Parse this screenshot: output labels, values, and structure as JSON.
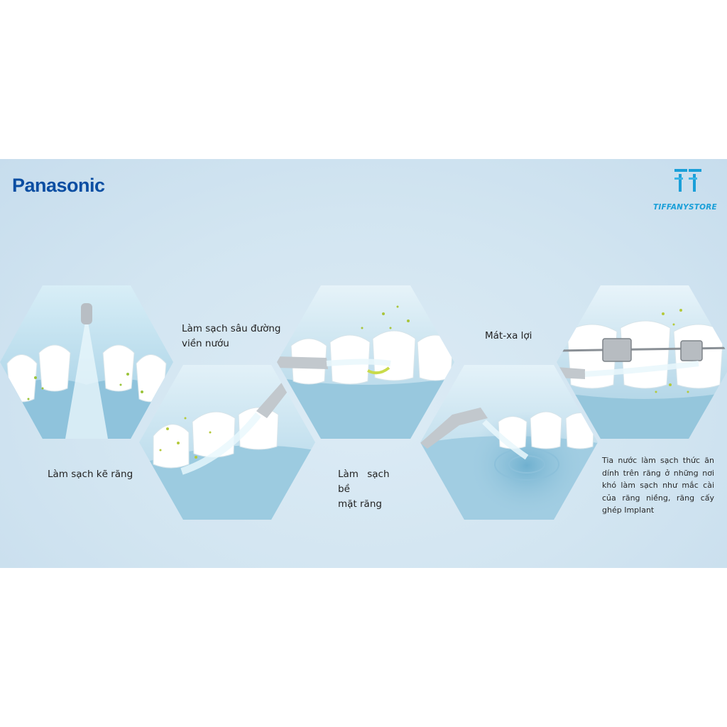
{
  "brand": {
    "name": "Panasonic",
    "color": "#0b4ea2"
  },
  "store": {
    "name": "TIFFANYSTORE",
    "color": "#1a9fd8",
    "icon": "tiffany-store-logo-icon"
  },
  "captions": {
    "interdental": "Làm sạch kẽ răng",
    "gumline_1": "Làm sạch sâu đường",
    "gumline_2": "viền nướu",
    "surface_1": "Làm sạch bề",
    "surface_2": "mặt răng",
    "massage": "Mát-xa lợi"
  },
  "description": "Tia nước làm sạch thức ăn dính trên răng ở những nơi khó làm sạch như mắc cài của răng niềng, răng cấy ghép Implant",
  "images": [
    {
      "name": "interdental-cleaning-image"
    },
    {
      "name": "gumline-cleaning-image"
    },
    {
      "name": "surface-cleaning-image"
    },
    {
      "name": "gum-massage-image"
    },
    {
      "name": "braces-cleaning-image"
    }
  ]
}
